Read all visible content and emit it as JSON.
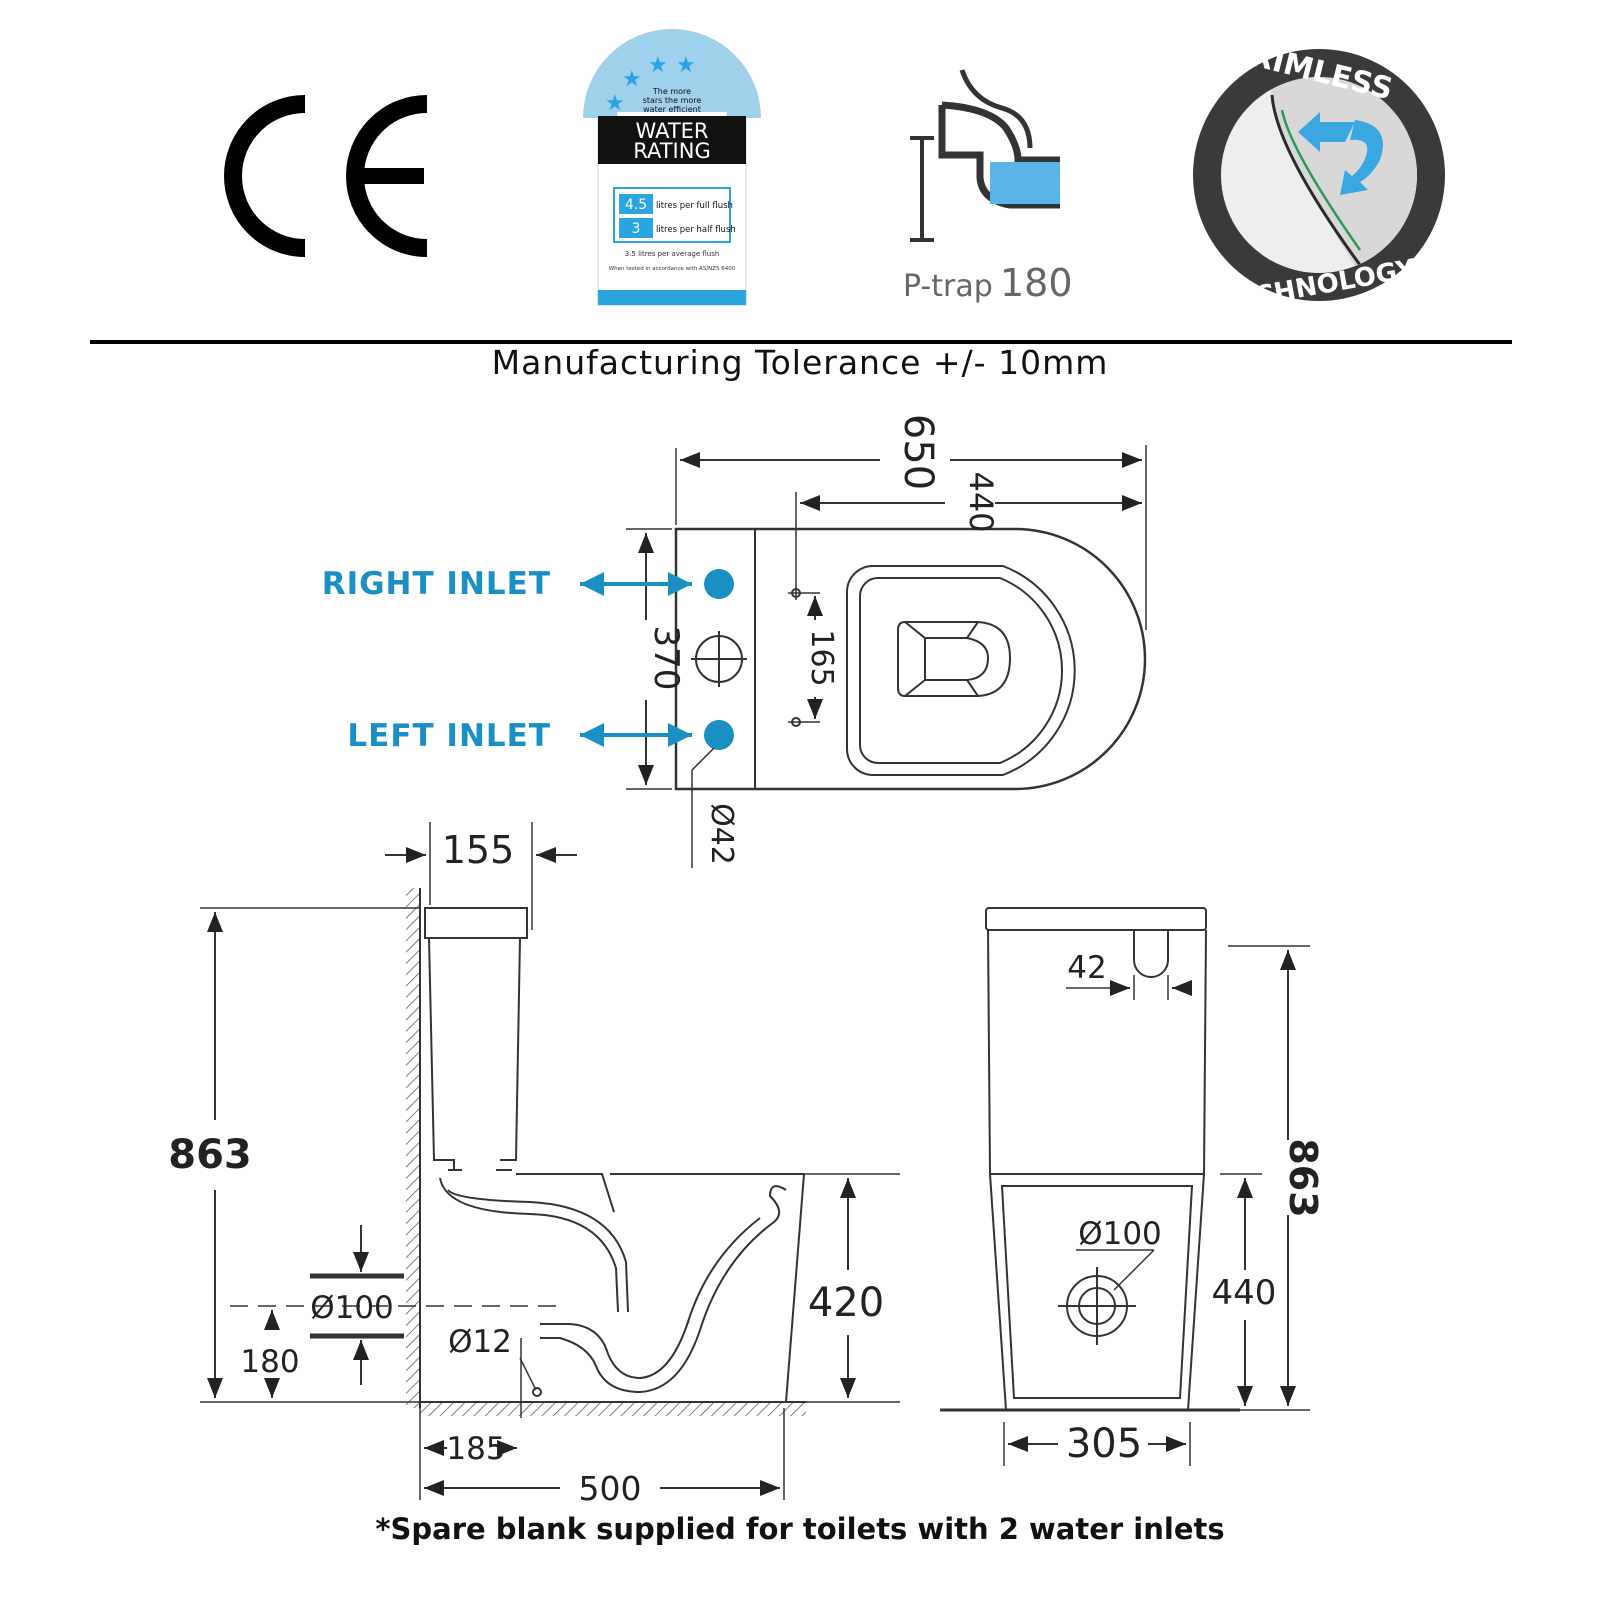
{
  "badges": {
    "ce": {
      "text": "CE"
    },
    "water_rating": {
      "tagline": [
        "The more",
        "stars the more",
        "water efficient"
      ],
      "title_line1": "WATER",
      "title_line2": "RATING",
      "full_value": "4.5",
      "full_text": "litres per full flush",
      "half_value": "3",
      "half_text": "litres per half flush",
      "average_text": "3.5 litres per average flush",
      "standard_text": "When tested in accordance with AS/NZS 6400",
      "star_color": "#2aa5e0",
      "band_color": "#111111"
    },
    "ptrap": {
      "prefix": "P-trap",
      "value": "180",
      "water_color": "#5ab4e6"
    },
    "rimless": {
      "top_text": "RIMLESS",
      "bottom_text": "TECHNOLOGY",
      "ring_color": "#3a3a3a",
      "arrow_color": "#3aa7e0"
    }
  },
  "tolerance": "Manufacturing Tolerance +/- 10mm",
  "accent_color": "#1a8fc4",
  "top_view": {
    "width_total": "650",
    "width_bowl": "440",
    "depth": "370",
    "inlet_spacing": "165",
    "inlet_diameter": "Ø42",
    "right_inlet_label": "RIGHT INLET",
    "left_inlet_label": "LEFT INLET"
  },
  "side_view": {
    "cistern_depth": "155",
    "height": "863",
    "outlet_diameter": "Ø100",
    "outlet_height": "180",
    "pipe_diameter": "Ø12",
    "outlet_offset": "185",
    "seat_height": "420",
    "length": "500"
  },
  "front_view": {
    "button_width": "42",
    "height": "863",
    "outlet_diameter": "Ø100",
    "outlet_height": "440",
    "width": "305"
  },
  "footer": "*Spare blank supplied for toilets with 2 water inlets"
}
